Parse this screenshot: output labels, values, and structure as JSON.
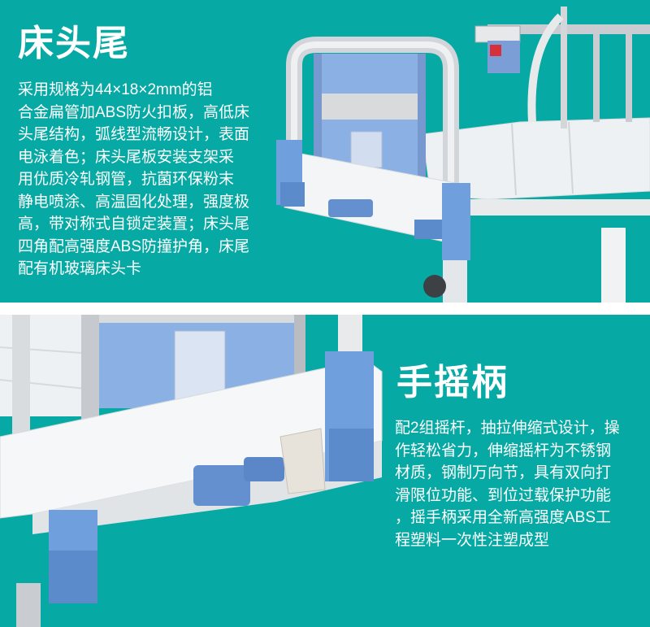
{
  "sections": {
    "head_footboard": {
      "title": "床头尾",
      "desc_lines": [
        "采用规格为44×18×2mm的铝",
        "合金扁管加ABS防火扣板，高低床",
        "头尾结构，弧线型流畅设计，表面",
        "电泳着色；床头尾板安装支架采",
        "用优质冷轧钢管，抗菌环保粉末",
        "静电喷涂、高温固化处理，强度极",
        "高，带对称式自锁定装置；床头尾",
        "四角配高强度ABS防撞护角，床尾",
        "配有机玻璃床头卡"
      ]
    },
    "crank": {
      "title": "手摇柄",
      "desc_lines": [
        "配2组摇杆，抽拉伸缩式设计，操",
        "作轻松省力，伸缩摇杆为不锈钢",
        "材质，钢制万向节，具有双向打",
        "滑限位功能、到位过载保护功能",
        "，摇手柄采用全新高强度ABS工",
        "程塑料一次性注塑成型"
      ]
    }
  },
  "colors": {
    "teal_background": "#06a9a3",
    "accent_blue": "#6f9fdc",
    "white_frame": "#f4f6f7",
    "silver_rail": "#c9ccd0",
    "gap": "#ffffff"
  }
}
